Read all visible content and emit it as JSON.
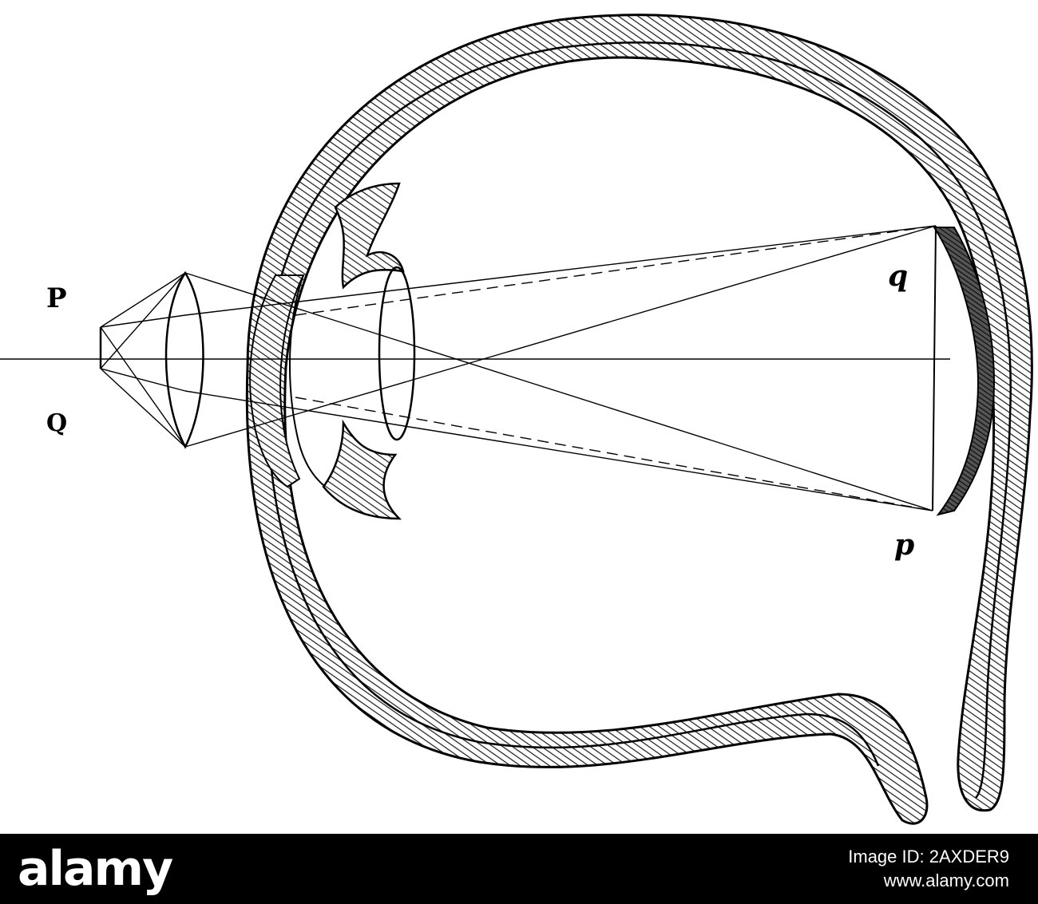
{
  "diagram": {
    "labels": {
      "object_top": "P",
      "object_bottom": "Q",
      "image_top": "q",
      "image_bottom": "p"
    }
  },
  "footer": {
    "logo": "alamy",
    "image_id": "Image ID: 2AXDER9",
    "site": "www.alamy.com"
  }
}
